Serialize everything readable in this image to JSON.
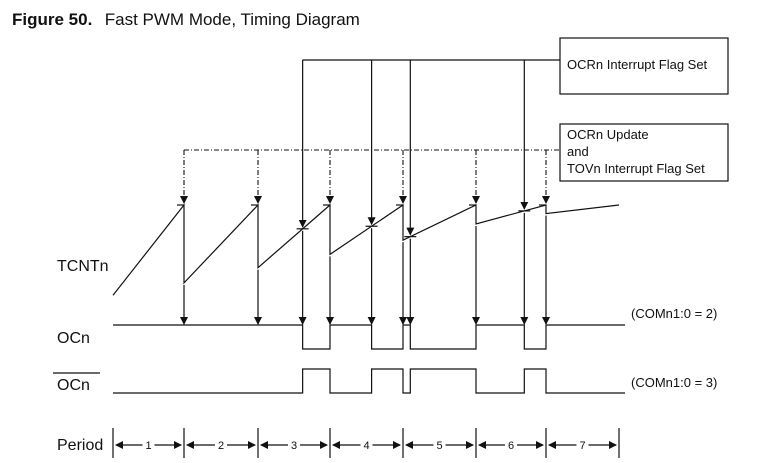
{
  "title": {
    "figure": "Figure 50.",
    "text": "Fast PWM Mode, Timing Diagram"
  },
  "callouts": {
    "ocr_flag": [
      "OCRn Interrupt Flag Set"
    ],
    "ocr_update": [
      "OCRn Update",
      "and",
      "TOVn Interrupt Flag Set"
    ]
  },
  "signals": {
    "tcnt": "TCNTn",
    "oc": "OCn",
    "oc_inv": "OCn",
    "period": "Period"
  },
  "notes": {
    "com2": "(COMn1:0 = 2)",
    "com3": "(COMn1:0 = 3)"
  },
  "periods": [
    "1",
    "2",
    "3",
    "4",
    "5",
    "6",
    "7"
  ],
  "timing": {
    "overflow_fraction": [
      0.18,
      0.34,
      0.48,
      0.63,
      0.8,
      0.91
    ],
    "compare_fraction": [
      0.46,
      0.66,
      0.3,
      0.51,
      0.33,
      0.59
    ]
  }
}
